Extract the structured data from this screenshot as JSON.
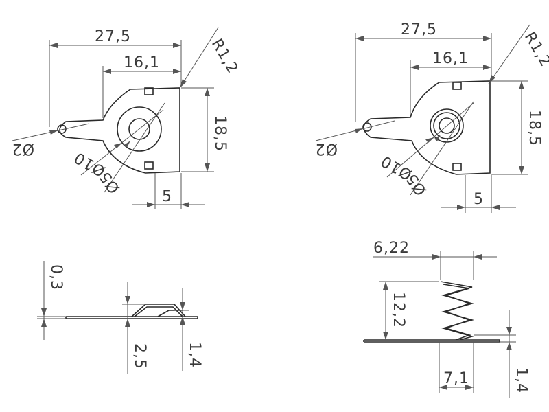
{
  "views": {
    "top_left": {
      "overall_width": "27,5",
      "tab_width": "16,1",
      "corner_radius": "R1,2",
      "height": "18,5",
      "hole_small": "Ø2",
      "circle_outer": "Ø10",
      "circle_inner": "Ø5",
      "edge_offset": "5"
    },
    "top_right": {
      "overall_width": "27,5",
      "tab_width": "16,1",
      "corner_radius": "R1,2",
      "height": "18,5",
      "hole_small": "Ø2",
      "circle_outer": "Ø10",
      "circle_inner": "Ø5",
      "edge_offset": "5"
    },
    "bottom_left": {
      "thickness": "0,3",
      "bump_height": "2,5",
      "bump_offset": "1,4"
    },
    "bottom_right": {
      "spring_width": "6,22",
      "spring_height": "12,2",
      "base_width": "7,1",
      "base_offset": "1,4"
    }
  }
}
